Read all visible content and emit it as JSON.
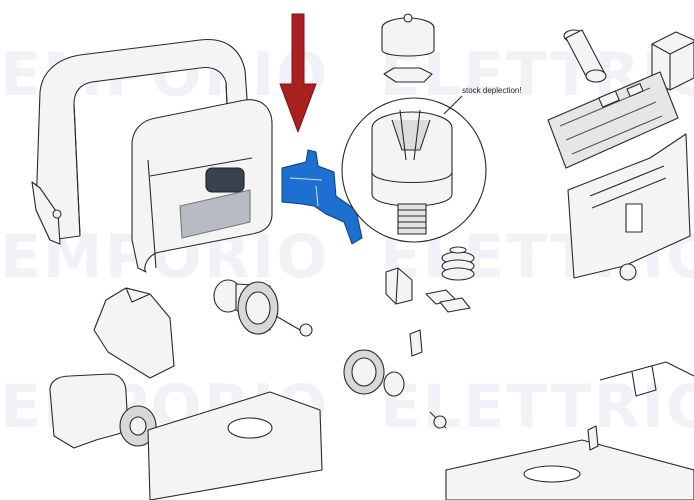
{
  "annotation": {
    "callout_text": "stock deplection!"
  },
  "watermark": {
    "word_1": "EMPORIO",
    "word_2": "ELETTRICO"
  },
  "colors": {
    "arrow": "#a82020",
    "highlight_part": "#1e6fd0",
    "line": "#2a2a2a",
    "fill": "#f4f4f4"
  }
}
